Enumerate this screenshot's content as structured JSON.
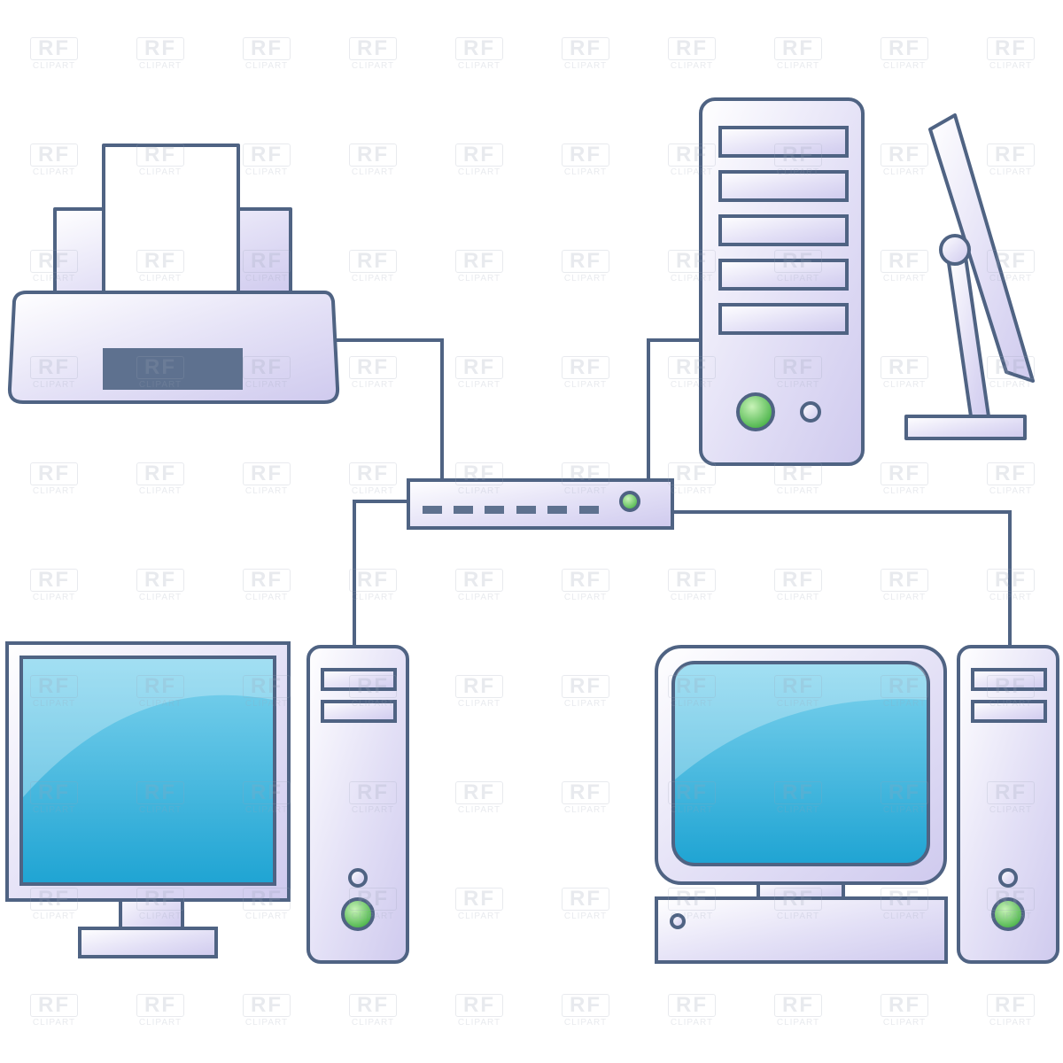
{
  "diagram": {
    "nodes": [
      {
        "id": "printer",
        "icon": "printer-icon"
      },
      {
        "id": "network-switch",
        "icon": "network-switch-icon"
      },
      {
        "id": "server",
        "icon": "server-tower-icon"
      },
      {
        "id": "lcd-monitor",
        "icon": "lcd-monitor-icon"
      },
      {
        "id": "workstation-left",
        "icon": "desktop-computer-icon"
      },
      {
        "id": "workstation-right",
        "icon": "crt-desktop-computer-icon"
      }
    ],
    "edges": [
      {
        "from": "printer",
        "to": "network-switch"
      },
      {
        "from": "server",
        "to": "network-switch"
      },
      {
        "from": "workstation-left",
        "to": "network-switch"
      },
      {
        "from": "workstation-right",
        "to": "network-switch"
      }
    ]
  },
  "watermark": {
    "big": "RF",
    "small": "CLIPART"
  },
  "colors": {
    "outline": "#4f6383",
    "device_body": "#dcd8f3",
    "screen": "#3bb3da",
    "led_green": "#5bc05c",
    "background": "#ffffff"
  }
}
